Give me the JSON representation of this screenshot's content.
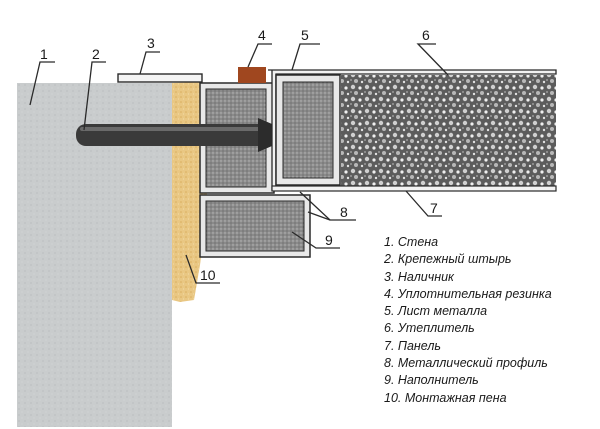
{
  "callouts": [
    "1",
    "2",
    "3",
    "4",
    "5",
    "6",
    "7",
    "8",
    "9",
    "10"
  ],
  "legend": [
    "1. Стена",
    "2. Крепежный штырь",
    "3. Наличник",
    "4. Уплотнительная резинка",
    "5. Лист металла",
    "6. Утеплитель",
    "7. Панель",
    "8. Металлический профиль",
    "9. Наполнитель",
    "10. Монтажная пена"
  ],
  "colors": {
    "wall": "#c9cccd",
    "foam": "#e9c783",
    "rubber": "#a0471f",
    "insulation": "#5c5c5c",
    "profile": "#e8e8e8",
    "filler": "#8a8a8a",
    "pin": "#3a3a3a",
    "line": "#2a2a2a"
  }
}
